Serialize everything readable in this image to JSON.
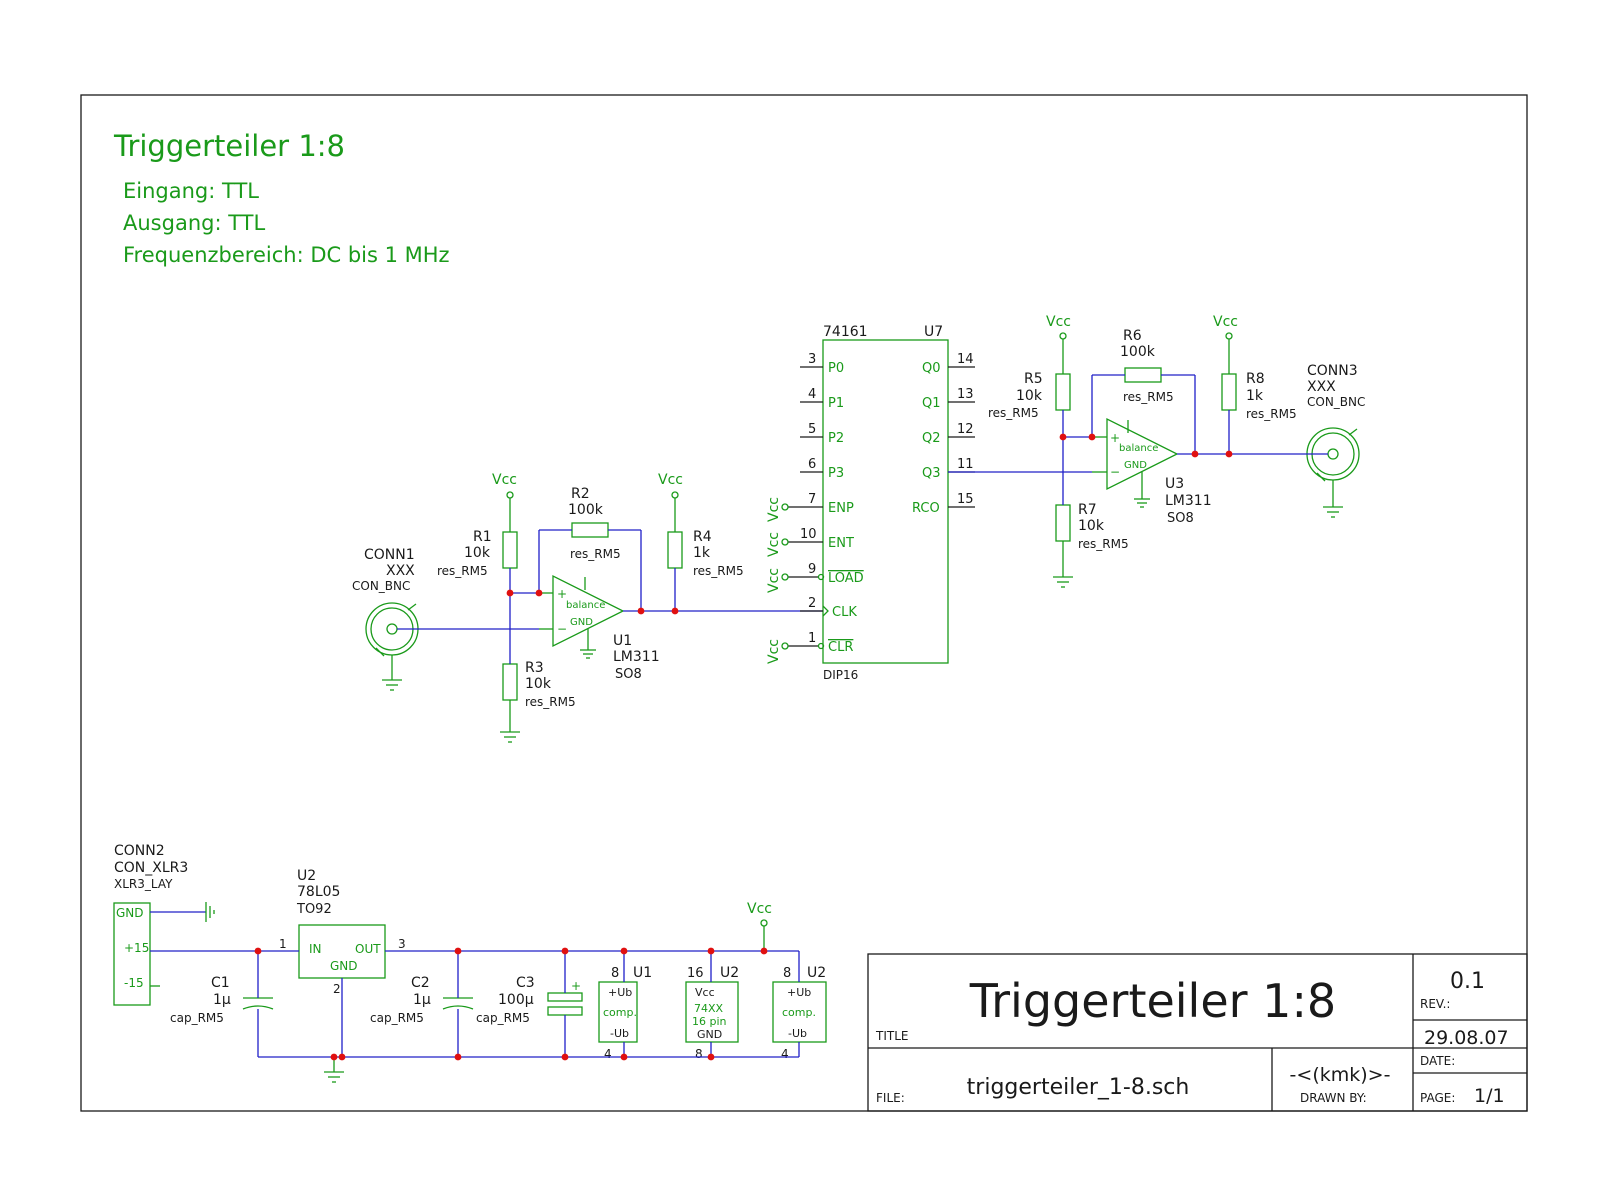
{
  "header": {
    "title": "Triggerteiler 1:8",
    "lines": [
      "Eingang: TTL",
      "Ausgang: TTL",
      "Frequenzbereich: DC bis 1 MHz"
    ]
  },
  "vcc": "Vcc",
  "components": {
    "conn1": {
      "ref": "CONN1",
      "value": "XXX",
      "footprint": "CON_BNC"
    },
    "conn3": {
      "ref": "CONN3",
      "value": "XXX",
      "footprint": "CON_BNC"
    },
    "conn2": {
      "ref": "CONN2",
      "value": "CON_XLR3",
      "footprint": "XLR3_LAY",
      "pins": [
        "GND",
        "+15",
        "-15"
      ]
    },
    "r1": {
      "ref": "R1",
      "value": "10k",
      "footprint": "res_RM5"
    },
    "r2": {
      "ref": "R2",
      "value": "100k",
      "footprint": "res_RM5"
    },
    "r3": {
      "ref": "R3",
      "value": "10k",
      "footprint": "res_RM5"
    },
    "r4": {
      "ref": "R4",
      "value": "1k",
      "footprint": "res_RM5"
    },
    "r5": {
      "ref": "R5",
      "value": "10k",
      "footprint": "res_RM5"
    },
    "r6": {
      "ref": "R6",
      "value": "100k",
      "footprint": "res_RM5"
    },
    "r7": {
      "ref": "R7",
      "value": "10k",
      "footprint": "res_RM5"
    },
    "r8": {
      "ref": "R8",
      "value": "1k",
      "footprint": "res_RM5"
    },
    "u1": {
      "ref": "U1",
      "value": "LM311",
      "footprint": "SO8",
      "balance": "balance",
      "gnd": "GND",
      "plus": "+",
      "minus": "−"
    },
    "u3": {
      "ref": "U3",
      "value": "LM311",
      "footprint": "SO8",
      "balance": "balance",
      "gnd": "GND",
      "plus": "+",
      "minus": "−"
    },
    "u7": {
      "ref": "U7",
      "value": "74161",
      "footprint": "DIP16",
      "left_pins": [
        {
          "num": "3",
          "name": "P0"
        },
        {
          "num": "4",
          "name": "P1"
        },
        {
          "num": "5",
          "name": "P2"
        },
        {
          "num": "6",
          "name": "P3"
        },
        {
          "num": "7",
          "name": "ENP"
        },
        {
          "num": "10",
          "name": "ENT"
        },
        {
          "num": "9",
          "name": "LOAD"
        },
        {
          "num": "2",
          "name": "CLK"
        },
        {
          "num": "1",
          "name": "CLR"
        }
      ],
      "right_pins": [
        {
          "num": "14",
          "name": "Q0"
        },
        {
          "num": "13",
          "name": "Q1"
        },
        {
          "num": "12",
          "name": "Q2"
        },
        {
          "num": "11",
          "name": "Q3"
        },
        {
          "num": "15",
          "name": "RCO"
        }
      ]
    },
    "reg": {
      "ref": "U2",
      "value": "78L05",
      "footprint": "TO92",
      "in": "IN",
      "out": "OUT",
      "gnd": "GND",
      "pin_in": "1",
      "pin_out": "3",
      "pin_gnd": "2"
    },
    "c1": {
      "ref": "C1",
      "value": "1µ",
      "footprint": "cap_RM5"
    },
    "c2": {
      "ref": "C2",
      "value": "1µ",
      "footprint": "cap_RM5"
    },
    "c3": {
      "ref": "C3",
      "value": "100µ",
      "footprint": "cap_RM5"
    },
    "pwr_u1": {
      "ref": "U1",
      "top": "+Ub",
      "mid": "comp.",
      "bottom": "-Ub",
      "pin_top": "8",
      "pin_bottom": "4"
    },
    "pwr_u2a": {
      "ref": "U2",
      "top": "Vcc",
      "mid": "74XX",
      "mid2": "16 pin",
      "bottom": "GND",
      "pin_top": "16",
      "pin_bottom": "8"
    },
    "pwr_u2b": {
      "ref": "U2",
      "top": "+Ub",
      "mid": "comp.",
      "bottom": "-Ub",
      "pin_top": "8",
      "pin_bottom": "4"
    }
  },
  "title_block": {
    "title": "Triggerteiler 1:8",
    "title_label": "TITLE",
    "rev": "0.1",
    "rev_label": "REV.:",
    "date": "29.08.07",
    "date_label": "DATE:",
    "file": "triggerteiler_1-8.sch",
    "file_label": "FILE:",
    "drawn_by": "-<(kmk)>-",
    "drawn_label": "DRAWN BY:",
    "page": "1/1",
    "page_label": "PAGE:"
  },
  "colors": {
    "component": "#1a9a1a",
    "wire": "#2020c8",
    "junction": "#e01010",
    "frame": "#1a1a1a"
  }
}
